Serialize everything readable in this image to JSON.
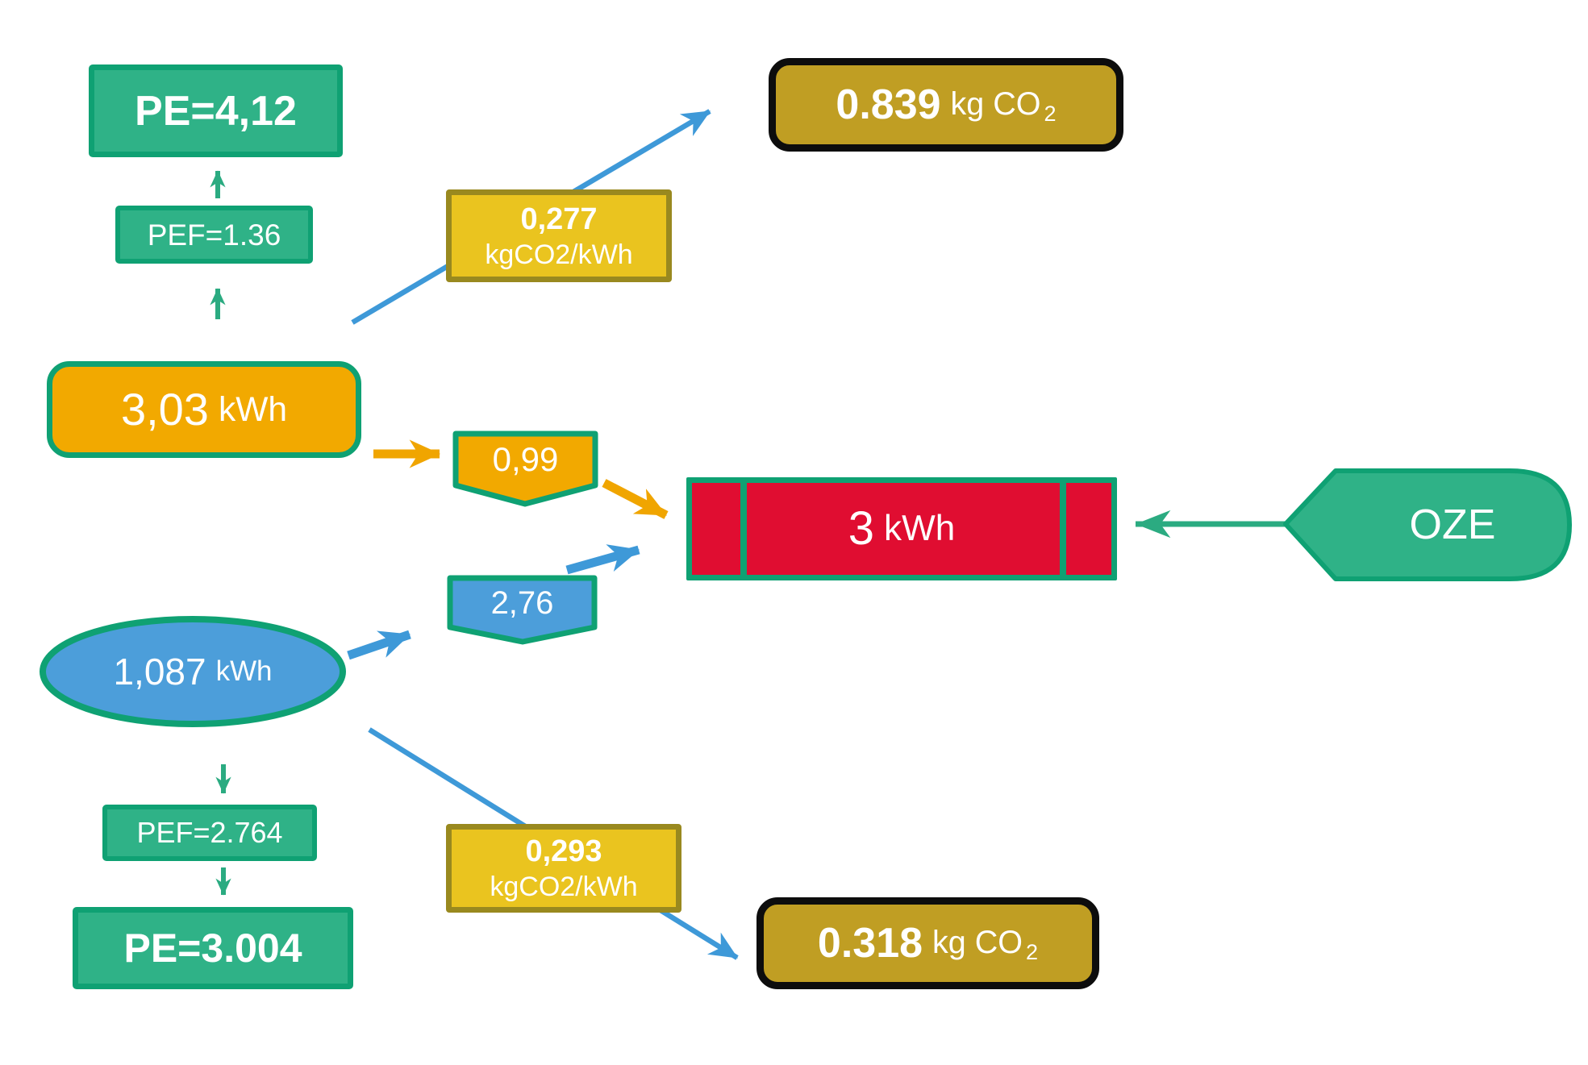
{
  "diagram": {
    "title": "energy-flow-co2-diagram",
    "colors": {
      "green_fill": "#2FB287",
      "green_border": "#0FA173",
      "orange": "#F2A900",
      "gold_fill": "#EAC41F",
      "gold_border": "#99891F",
      "dark_gold_fill": "#C09E23",
      "black_border": "#0D0D0D",
      "red": "#E00D31",
      "blue_fill": "#4C9EDA",
      "blue_arrow": "#3E99D8",
      "yellow_arrow": "#F0A500",
      "green_arrow": "#2BAB81",
      "text": "#ffffff"
    },
    "nodes": {
      "pe_top": "PE=4,12",
      "pef_top": "PEF=1.36",
      "grid_energy_value": "3,03",
      "grid_energy_unit": "kWh",
      "emission_factor_top_value": "0,277",
      "emission_factor_top_unit": "kgCO2/kWh",
      "co2_top_value": "0.839",
      "co2_top_unit": "kg CO",
      "co2_top_subscript": "2",
      "grid_loss": "0,99",
      "load_value": "3",
      "load_unit": "kWh",
      "oze": "OZE",
      "pv_loss": "2,76",
      "pv_energy_value": "1,087",
      "pv_energy_unit": "kWh",
      "pef_bottom": "PEF=2.764",
      "pe_bottom": "PE=3.004",
      "emission_factor_bottom_value": "0,293",
      "emission_factor_bottom_unit": "kgCO2/kWh",
      "co2_bottom_value": "0.318",
      "co2_bottom_unit": "kg CO",
      "co2_bottom_subscript": "2"
    }
  }
}
